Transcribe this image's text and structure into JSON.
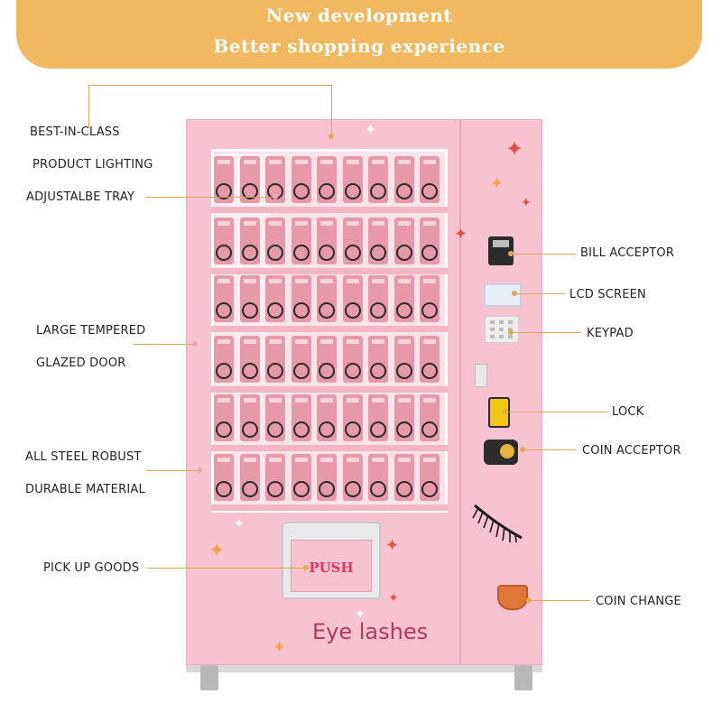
{
  "banner": {
    "line1": "New development",
    "line2": "Better shopping experience",
    "color": "#f0b960"
  },
  "labels_left": {
    "best": "BEST-IN-CLASS",
    "product_lighting": "PRODUCT LIGHTING",
    "tray": "ADJUSTALBE TRAY",
    "tempered": "LARGE TEMPERED",
    "glazed": "GLAZED DOOR",
    "steel": "ALL STEEL ROBUST",
    "durable": "DURABLE MATERIAL",
    "pickup": "PICK UP GOODS"
  },
  "labels_right": {
    "bill": "BILL ACCEPTOR",
    "lcd": "LCD SCREEN",
    "keypad": "KEYPAD",
    "lock": "LOCK",
    "coin": "COIN ACCEPTOR",
    "change": "COIN CHANGE"
  },
  "machine": {
    "push_label": "PUSH",
    "brand_text": "Eye lashes",
    "body_color": "#f8c3d0"
  },
  "icons": [
    "bill-acceptor-icon",
    "lcd-screen-icon",
    "keypad-icon",
    "lock-icon",
    "coin-acceptor-icon",
    "coin-change-icon",
    "eyelash-icon",
    "sparkle-icon"
  ]
}
